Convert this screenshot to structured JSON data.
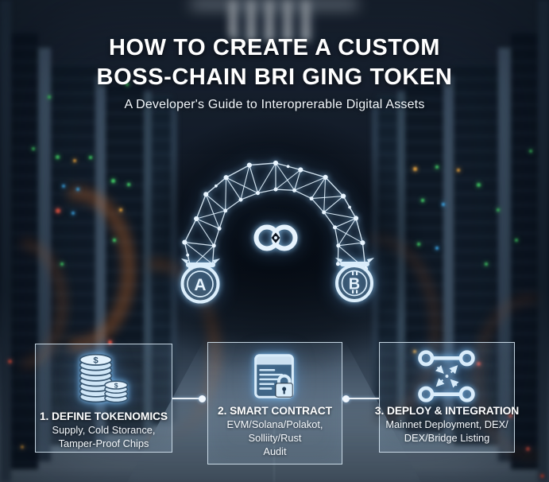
{
  "header": {
    "title_line1": "HOW TO CREATE A CUSTOM",
    "title_line2": "BOSS-CHAIN BRI GING TOKEN",
    "subtitle": "A Developer's Guide to Interoprerable Digital Assets"
  },
  "bridge": {
    "left_coin_symbol": "A",
    "right_coin_symbol": "B",
    "chain_icon": "chain-link-icon",
    "left_coin_icon": "avalanche-coin-icon",
    "right_coin_icon": "bitcoin-coin-icon",
    "arch_icon": "node-mesh-arch"
  },
  "steps": [
    {
      "heading": "1. DEFINE TOKENOMICS",
      "line1": "Supply, Cold Storance,",
      "line2": "Tamper-Proof Chips",
      "icon": "coin-stacks-icon",
      "coin_symbol": "$"
    },
    {
      "heading": "2. SMART CONTRACT",
      "line1": "EVM/Solana/Polakot,",
      "line2": "Solliity/Rust",
      "line3": "Audit",
      "icon": "smart-contract-lock-icon"
    },
    {
      "heading": "3. DEPLOY & INTEGRATION",
      "line1": "Mainnet Deployment, DEX/",
      "line2": "DEX/Bridge Listing",
      "icon": "network-deploy-icon"
    }
  ],
  "colors": {
    "icon_light": "#d9ecfa",
    "accent_glow": "#9ed0ff",
    "background_dark": "#0d1520",
    "floor": "#66798b",
    "cable_orange": "#c06a2e",
    "led_green": "#43d168",
    "led_red": "#e25544",
    "led_blue": "#3fa8e8",
    "led_amber": "#e0a040"
  }
}
